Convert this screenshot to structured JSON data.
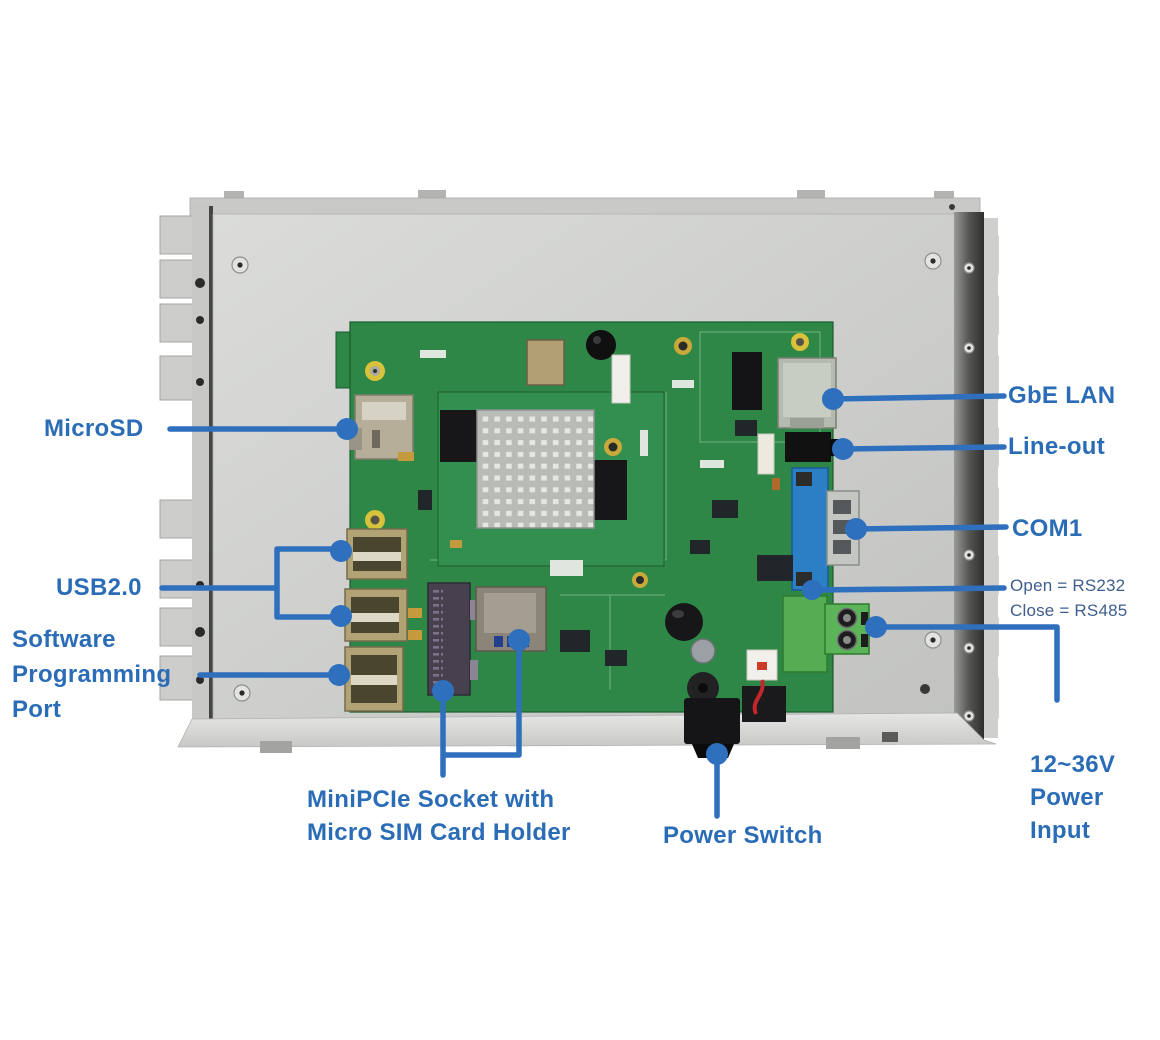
{
  "labels": {
    "microsd": "MicroSD",
    "usb": "USB2.0",
    "software_port": {
      "line1": "Software",
      "line2": "Programming",
      "line3": "Port"
    },
    "minipcie": {
      "line1": "MiniPCIe Socket with",
      "line2": "Micro SIM Card Holder"
    },
    "power_switch": "Power Switch",
    "gbe_lan": "GbE LAN",
    "line_out": "Line-out",
    "com1": "COM1",
    "com1_jumper": {
      "line1": "Open = RS232",
      "line2": "Close = RS485"
    },
    "power_input": {
      "line1": "12~36V",
      "line2": "Power",
      "line3": "Input"
    }
  },
  "colors": {
    "label_blue": "#2b6cb6",
    "callout_blue": "#2e6fbe",
    "note_blue": "#3d5e8e",
    "pcb_green": "#2e8746",
    "terminal_green": "#55ac52",
    "com_port_blue": "#2b7fc4",
    "chassis_gray": "#cfd0ce",
    "heatsink_gray": "#b9bbb7"
  }
}
